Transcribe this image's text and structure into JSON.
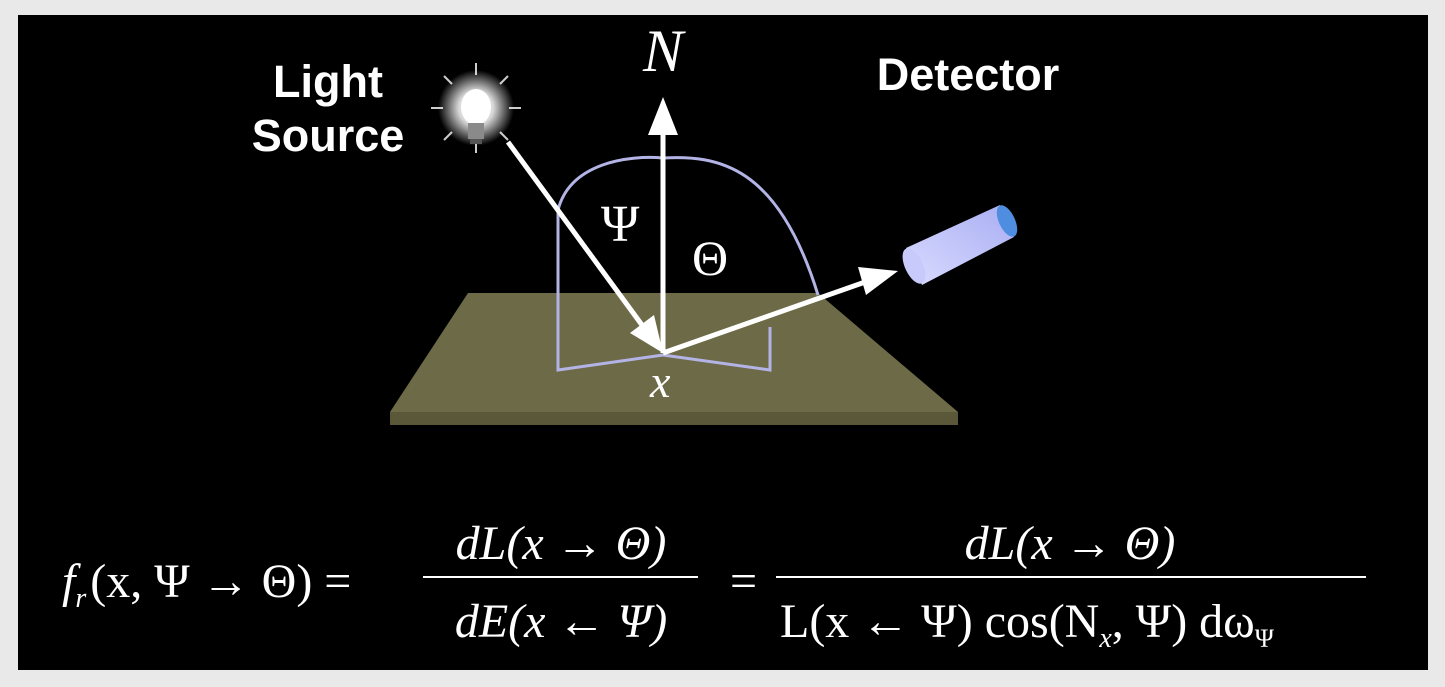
{
  "labels": {
    "light_source_line1": "Light",
    "light_source_line2": "Source",
    "detector": "Detector",
    "normal": "N",
    "incoming_angle": "Ψ",
    "outgoing_angle": "Θ",
    "point": "x"
  },
  "equation": {
    "lhs_f": "f",
    "lhs_r": "r",
    "lhs_args": "(x, Ψ → Θ) =",
    "frac1_num": "dL(x → Θ)",
    "frac1_den": "dE(x ← Ψ)",
    "eq2": "=",
    "frac2_num": "dL(x → Θ)",
    "frac2_den_a": "L(x ← Ψ) cos(N",
    "frac2_den_sub_x": "x",
    "frac2_den_b": ", Ψ) dω",
    "frac2_den_sub_psi": "Ψ"
  },
  "colors": {
    "background": "#000000",
    "surface": "#6d6b47",
    "hemisphere": "#b3b3e6",
    "detector": "#c7cafa",
    "detector_lens": "#4f8de0",
    "arrow": "#ffffff"
  },
  "icons": {
    "light": "light-bulb-icon",
    "detector": "detector-camera-icon"
  }
}
